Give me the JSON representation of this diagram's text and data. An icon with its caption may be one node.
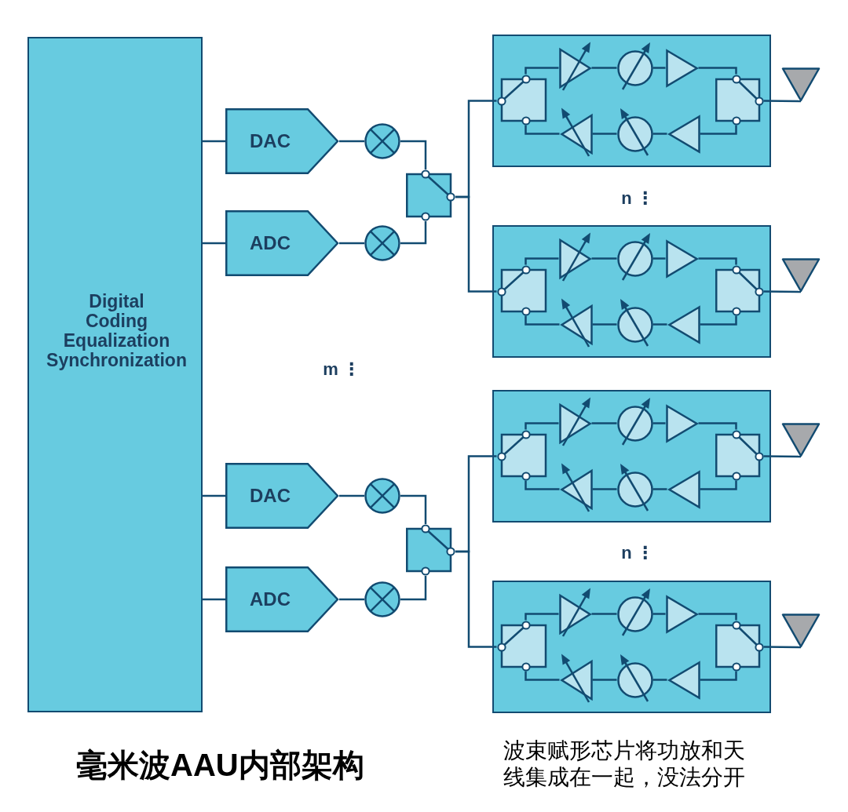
{
  "diagram": {
    "title": "毫米波AAU内部架构",
    "caption": "波束赋形芯片将功放和天线集成在一起，没法分开",
    "nodes": [
      {
        "text": [
          "Digital Coding Equalization Synchronization"
        ]
      },
      {
        "text": [
          "DAC"
        ]
      },
      {
        "text": [
          "ADC"
        ]
      },
      {
        "text": [],
        "shape": "circle"
      },
      {
        "text": [],
        "shape": "circle"
      },
      {
        "text": [],
        "shape": "box"
      },
      {
        "text": [],
        "shape": "box"
      },
      {
        "text": [],
        "shape": "box",
        "in": 6
      },
      {
        "text": [],
        "shape": "triangle",
        "in": 6
      },
      {
        "text": [],
        "shape": "circle",
        "in": 6
      },
      {
        "text": [],
        "shape": "triangle",
        "in": 6
      },
      {
        "text": [],
        "shape": "triangle",
        "in": 6
      },
      {
        "text": [],
        "shape": "circle",
        "in": 6
      },
      {
        "text": [],
        "shape": "triangle",
        "in": 6
      },
      {
        "text": [],
        "shape": "box",
        "in": 6
      },
      {
        "text": [],
        "shape": "triangle"
      },
      {
        "text": [],
        "shape": "box"
      },
      {
        "text": [],
        "shape": "box",
        "in": 16
      },
      {
        "text": [],
        "shape": "triangle",
        "in": 16
      },
      {
        "text": [],
        "shape": "circle",
        "in": 16
      },
      {
        "text": [],
        "shape": "triangle",
        "in": 16
      },
      {
        "text": [],
        "shape": "triangle",
        "in": 16
      },
      {
        "text": [],
        "shape": "circle",
        "in": 16
      },
      {
        "text": [],
        "shape": "triangle",
        "in": 16
      },
      {
        "text": [],
        "shape": "box",
        "in": 16
      },
      {
        "text": [],
        "shape": "triangle"
      },
      {
        "text": [
          "DAC"
        ]
      },
      {
        "text": [
          "ADC"
        ]
      },
      {
        "text": [],
        "shape": "circle"
      },
      {
        "text": [],
        "shape": "circle"
      },
      {
        "text": [],
        "shape": "box"
      },
      {
        "text": [],
        "shape": "box"
      },
      {
        "text": [],
        "shape": "box",
        "in": 31
      },
      {
        "text": [],
        "shape": "triangle",
        "in": 31
      },
      {
        "text": [],
        "shape": "circle",
        "in": 31
      },
      {
        "text": [],
        "shape": "triangle",
        "in": 31
      },
      {
        "text": [],
        "shape": "triangle",
        "in": 31
      },
      {
        "text": [],
        "shape": "circle",
        "in": 31
      },
      {
        "text": [],
        "shape": "triangle",
        "in": 31
      },
      {
        "text": [],
        "shape": "box",
        "in": 31
      },
      {
        "text": [],
        "shape": "triangle"
      },
      {
        "text": [],
        "shape": "box"
      },
      {
        "text": [],
        "shape": "box",
        "in": 41
      },
      {
        "text": [],
        "shape": "triangle",
        "in": 41
      },
      {
        "text": [],
        "shape": "circle",
        "in": 41
      },
      {
        "text": [],
        "shape": "triangle",
        "in": 41
      },
      {
        "text": [],
        "shape": "triangle",
        "in": 41
      },
      {
        "text": [],
        "shape": "circle",
        "in": 41
      },
      {
        "text": [],
        "shape": "triangle",
        "in": 41
      },
      {
        "text": [],
        "shape": "box",
        "in": 41
      },
      {
        "text": [],
        "shape": "triangle"
      }
    ],
    "edges": [
      {
        "from": 0,
        "to": 1,
        "arrow": "none"
      },
      {
        "from": 0,
        "to": 2,
        "arrow": "none"
      },
      {
        "from": 1,
        "to": 3,
        "arrow": "none"
      },
      {
        "from": 2,
        "to": 4,
        "arrow": "none"
      },
      {
        "from": 3,
        "to": 5,
        "arrow": "none"
      },
      {
        "from": 4,
        "to": 5,
        "arrow": "none"
      },
      {
        "from": 5,
        "to": 7,
        "arrow": "none"
      },
      {
        "from": 5,
        "to": 17,
        "arrow": "none"
      },
      {
        "from": 7,
        "to": 8,
        "arrow": "none"
      },
      {
        "from": 8,
        "to": 9,
        "arrow": "none"
      },
      {
        "from": 9,
        "to": 10,
        "arrow": "none"
      },
      {
        "from": 10,
        "to": 14,
        "arrow": "none"
      },
      {
        "from": 14,
        "to": 13,
        "arrow": "none"
      },
      {
        "from": 13,
        "to": 12,
        "arrow": "none"
      },
      {
        "from": 12,
        "to": 11,
        "arrow": "none"
      },
      {
        "from": 11,
        "to": 7,
        "arrow": "none"
      },
      {
        "from": 14,
        "to": 15,
        "arrow": "none"
      },
      {
        "from": 17,
        "to": 18,
        "arrow": "none"
      },
      {
        "from": 18,
        "to": 19,
        "arrow": "none"
      },
      {
        "from": 19,
        "to": 20,
        "arrow": "none"
      },
      {
        "from": 20,
        "to": 24,
        "arrow": "none"
      },
      {
        "from": 24,
        "to": 23,
        "arrow": "none"
      },
      {
        "from": 23,
        "to": 22,
        "arrow": "none"
      },
      {
        "from": 22,
        "to": 21,
        "arrow": "none"
      },
      {
        "from": 21,
        "to": 17,
        "arrow": "none"
      },
      {
        "from": 24,
        "to": 25,
        "arrow": "none"
      },
      {
        "from": 0,
        "to": 26,
        "arrow": "none"
      },
      {
        "from": 0,
        "to": 27,
        "arrow": "none"
      },
      {
        "from": 26,
        "to": 28,
        "arrow": "none"
      },
      {
        "from": 27,
        "to": 29,
        "arrow": "none"
      },
      {
        "from": 28,
        "to": 30,
        "arrow": "none"
      },
      {
        "from": 29,
        "to": 30,
        "arrow": "none"
      },
      {
        "from": 30,
        "to": 32,
        "arrow": "none"
      },
      {
        "from": 30,
        "to": 42,
        "arrow": "none"
      },
      {
        "from": 32,
        "to": 33,
        "arrow": "none"
      },
      {
        "from": 33,
        "to": 34,
        "arrow": "none"
      },
      {
        "from": 34,
        "to": 35,
        "arrow": "none"
      },
      {
        "from": 35,
        "to": 39,
        "arrow": "none"
      },
      {
        "from": 39,
        "to": 38,
        "arrow": "none"
      },
      {
        "from": 38,
        "to": 37,
        "arrow": "none"
      },
      {
        "from": 37,
        "to": 36,
        "arrow": "none"
      },
      {
        "from": 36,
        "to": 32,
        "arrow": "none"
      },
      {
        "from": 39,
        "to": 40,
        "arrow": "none"
      },
      {
        "from": 42,
        "to": 43,
        "arrow": "none"
      },
      {
        "from": 43,
        "to": 44,
        "arrow": "none"
      },
      {
        "from": 44,
        "to": 45,
        "arrow": "none"
      },
      {
        "from": 45,
        "to": 49,
        "arrow": "none"
      },
      {
        "from": 49,
        "to": 48,
        "arrow": "none"
      },
      {
        "from": 48,
        "to": 47,
        "arrow": "none"
      },
      {
        "from": 47,
        "to": 46,
        "arrow": "none"
      },
      {
        "from": 46,
        "to": 42,
        "arrow": "none"
      },
      {
        "from": 49,
        "to": 50,
        "arrow": "none"
      }
    ],
    "labels": [
      "n ⋮",
      "m ⋮",
      "n ⋮"
    ]
  }
}
